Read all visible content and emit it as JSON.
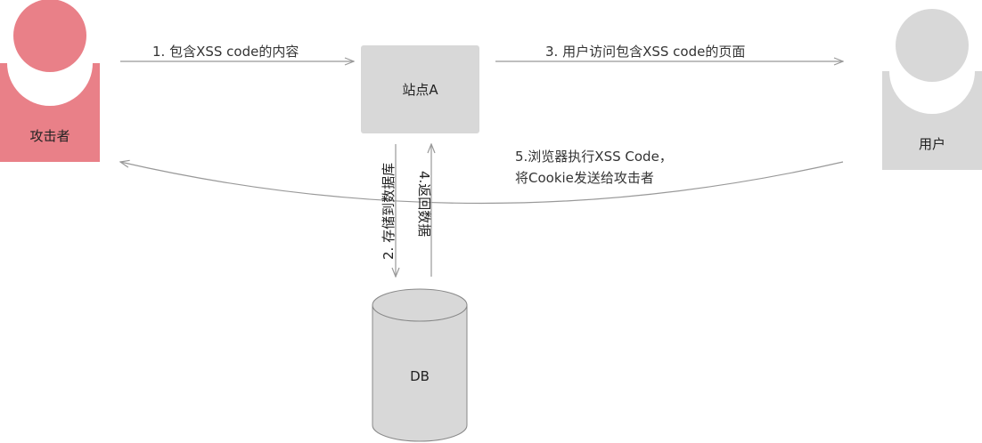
{
  "actors": {
    "attacker": {
      "label": "攻击者",
      "color": "#e98088"
    },
    "user": {
      "label": "用户",
      "color": "#d8d8d8"
    }
  },
  "nodes": {
    "site": {
      "label": "站点A",
      "color": "#d8d8d8"
    },
    "db": {
      "label": "DB",
      "color": "#d8d8d8"
    }
  },
  "steps": {
    "step1": "1. 包含XSS code的内容",
    "step2": "2. 存储到数据库",
    "step3": "3.  用户访问包含XSS code的页面",
    "step4": "4.返回数据",
    "step5_line1": "5.浏览器执行XSS Code，",
    "step5_line2": "将Cookie发送给攻击者"
  },
  "colors": {
    "arrow": "#999999"
  }
}
